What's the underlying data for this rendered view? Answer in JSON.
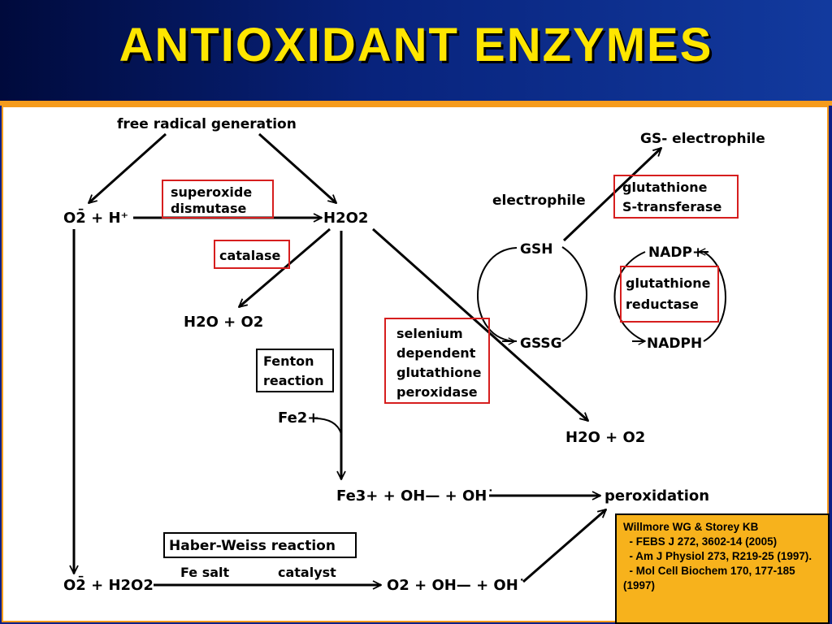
{
  "title": "ANTIOXIDANT  ENZYMES",
  "colors": {
    "title": "#ffe600",
    "background": "#0d1f86",
    "accent": "#f59b1c",
    "enzyme_box": "#d61e1e",
    "reference_bg": "#f7b21c"
  },
  "nodes": {
    "free_radical": "free radical generation",
    "superoxide": "O2̄ + H⁺",
    "h2o2": "H2O2",
    "h2o_o2_left": "H2O + O2",
    "fe2": "Fe2+",
    "fe3_products": "Fe3+ + OH— + OH˙",
    "peroxidation": "peroxidation",
    "superoxide_h2o2": "O2̄ + H2O2",
    "haber_products": "O2 + OH— + OH˙",
    "h2o_o2_right": "H2O + O2",
    "electrophile": "electrophile",
    "gs_electrophile": "GS- electrophile",
    "gsh": "GSH",
    "gssg": "GSSG",
    "nadp": "NADP+",
    "nadph": "NADPH"
  },
  "enzymes": {
    "sod_line1": "superoxide",
    "sod_line2": "dismutase",
    "catalase": "catalase",
    "gpx_line1": "selenium",
    "gpx_line2": "dependent",
    "gpx_line3": "glutathione",
    "gpx_line4": "peroxidase",
    "gst_line1": "glutathione",
    "gst_line2": "S-transferase",
    "gr_line1": "glutathione",
    "gr_line2": "reductase"
  },
  "labels": {
    "fenton_line1": "Fenton",
    "fenton_line2": "reaction",
    "haber_weiss": "Haber-Weiss reaction",
    "fe_salt": "Fe salt",
    "catalyst": "catalyst"
  },
  "reference": {
    "lines": [
      "Willmore WG & Storey KB",
      "  - FEBS J 272, 3602-14 (2005)",
      "  - Am J Physiol 273, R219-25 (1997).",
      "  - Mol Cell Biochem 170, 177-185 (1997)"
    ]
  }
}
